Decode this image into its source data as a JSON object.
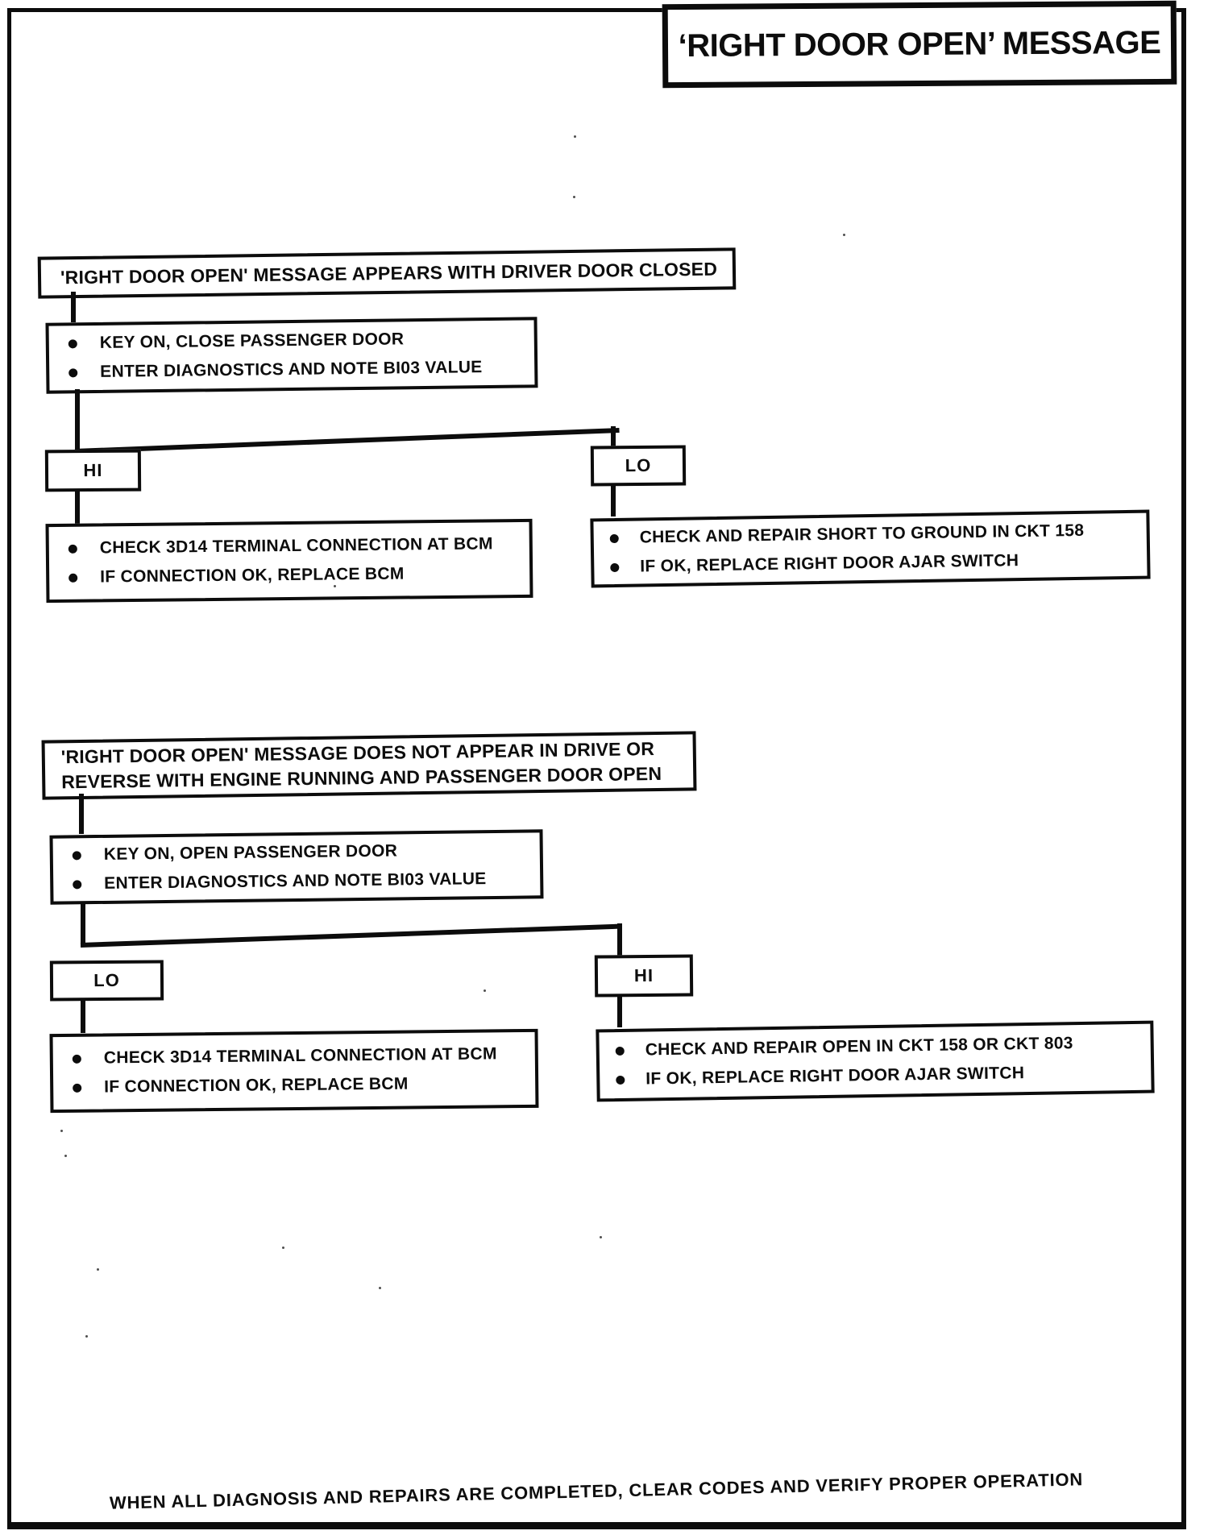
{
  "page": {
    "title": "‘RIGHT DOOR OPEN’ MESSAGE",
    "footer": "WHEN ALL DIAGNOSIS AND REPAIRS ARE COMPLETED, CLEAR CODES AND VERIFY PROPER OPERATION",
    "ink_color": "#0c0c0c",
    "paper_color": "#ffffff"
  },
  "chart1": {
    "start": "'RIGHT DOOR OPEN' MESSAGE APPEARS WITH DRIVER DOOR CLOSED",
    "steps": [
      "KEY ON, CLOSE PASSENGER DOOR",
      "ENTER DIAGNOSTICS AND NOTE BI03 VALUE"
    ],
    "branch_left": {
      "label": "HI",
      "actions": [
        "CHECK 3D14 TERMINAL CONNECTION AT BCM",
        "IF CONNECTION OK, REPLACE BCM"
      ]
    },
    "branch_right": {
      "label": "LO",
      "actions": [
        "CHECK AND REPAIR SHORT TO GROUND IN CKT 158",
        "IF OK, REPLACE RIGHT DOOR AJAR SWITCH"
      ]
    }
  },
  "chart2": {
    "start_line1": "'RIGHT DOOR OPEN' MESSAGE DOES NOT APPEAR IN DRIVE OR",
    "start_line2": "REVERSE WITH ENGINE RUNNING AND PASSENGER DOOR OPEN",
    "steps": [
      "KEY ON, OPEN PASSENGER DOOR",
      "ENTER DIAGNOSTICS AND NOTE BI03 VALUE"
    ],
    "branch_left": {
      "label": "LO",
      "actions": [
        "CHECK 3D14 TERMINAL CONNECTION AT BCM",
        "IF CONNECTION OK, REPLACE BCM"
      ]
    },
    "branch_right": {
      "label": "HI",
      "actions": [
        "CHECK AND REPAIR OPEN IN CKT 158 OR CKT 803",
        "IF OK, REPLACE RIGHT DOOR AJAR SWITCH"
      ]
    }
  }
}
